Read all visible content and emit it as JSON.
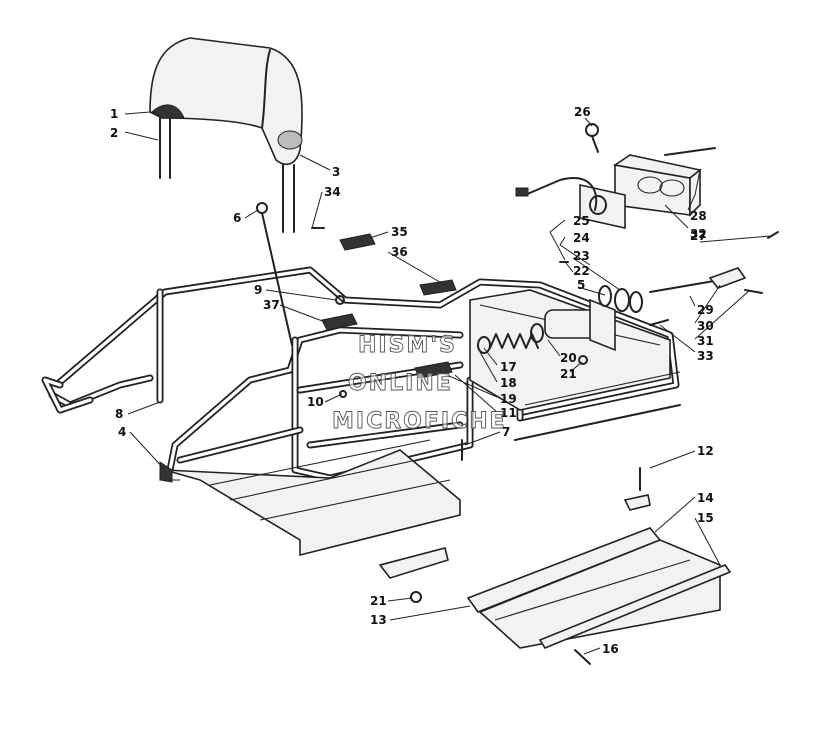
{
  "watermark": {
    "line1": "HISM'S",
    "line2": "ONLINE",
    "line3": "MICROFICHE"
  },
  "callouts": [
    {
      "id": "c1",
      "text": "1"
    },
    {
      "id": "c2",
      "text": "2"
    },
    {
      "id": "c3",
      "text": "3"
    },
    {
      "id": "c34",
      "text": "34"
    },
    {
      "id": "c6",
      "text": "6"
    },
    {
      "id": "c35",
      "text": "35"
    },
    {
      "id": "c36",
      "text": "36"
    },
    {
      "id": "c9",
      "text": "9"
    },
    {
      "id": "c37",
      "text": "37"
    },
    {
      "id": "c8",
      "text": "8"
    },
    {
      "id": "c10",
      "text": "10"
    },
    {
      "id": "c4",
      "text": "4"
    },
    {
      "id": "c26",
      "text": "26"
    },
    {
      "id": "c28",
      "text": "28"
    },
    {
      "id": "c25",
      "text": "25"
    },
    {
      "id": "c24",
      "text": "24"
    },
    {
      "id": "c27",
      "text": "27"
    },
    {
      "id": "c32",
      "text": "32"
    },
    {
      "id": "c23",
      "text": "23"
    },
    {
      "id": "c22",
      "text": "22"
    },
    {
      "id": "c5",
      "text": "5"
    },
    {
      "id": "c29",
      "text": "29"
    },
    {
      "id": "c30",
      "text": "30"
    },
    {
      "id": "c31",
      "text": "31"
    },
    {
      "id": "c33",
      "text": "33"
    },
    {
      "id": "c20",
      "text": "20"
    },
    {
      "id": "c21a",
      "text": "21"
    },
    {
      "id": "c17",
      "text": "17"
    },
    {
      "id": "c18",
      "text": "18"
    },
    {
      "id": "c19",
      "text": "19"
    },
    {
      "id": "c11",
      "text": "11"
    },
    {
      "id": "c7",
      "text": "7"
    },
    {
      "id": "c12",
      "text": "12"
    },
    {
      "id": "c14",
      "text": "14"
    },
    {
      "id": "c15",
      "text": "15"
    },
    {
      "id": "c21b",
      "text": "21"
    },
    {
      "id": "c13",
      "text": "13"
    },
    {
      "id": "c16",
      "text": "16"
    }
  ]
}
